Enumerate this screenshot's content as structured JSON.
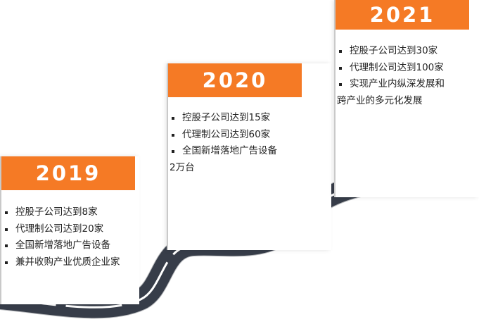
{
  "columns": [
    {
      "year": "2019",
      "items": [
        {
          "text": "控股子公司达到8家"
        },
        {
          "text": "代理制公司达到20家"
        },
        {
          "text": "全国新增落地广告设备"
        },
        {
          "text": "兼并收购产业优质企业家"
        }
      ]
    },
    {
      "year": "2020",
      "items": [
        {
          "text": "控股子公司达到15家"
        },
        {
          "text": "代理制公司达到60家"
        },
        {
          "text": "全国新增落地广告设备",
          "cont": "2万台"
        }
      ]
    },
    {
      "year": "2021",
      "items": [
        {
          "text": "控股子公司达到30家"
        },
        {
          "text": "代理制公司达到100家"
        },
        {
          "text": "实现产业内纵深发展和",
          "cont": "跨产业的多元化发展"
        }
      ]
    }
  ],
  "colors": {
    "accent": "#f57a25",
    "road": "#3d4350",
    "road_line": "#ffffff"
  }
}
